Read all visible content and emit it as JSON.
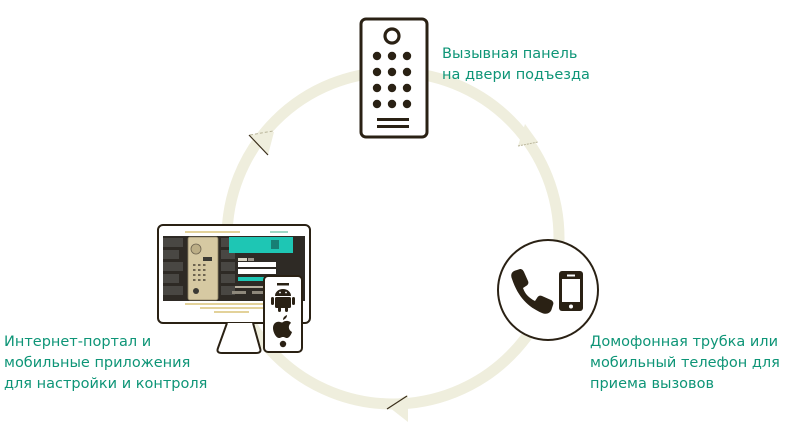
{
  "diagram": {
    "colors": {
      "cycle_ring": "#efeedd",
      "arrow_edge": "#3a2e1a",
      "icon_dark": "#2a2114",
      "label_text": "#0e9577",
      "screen_accent": "#1ec6b4"
    },
    "nodes": [
      {
        "id": "door-panel",
        "icon": "door-call-panel-icon",
        "label_lines": [
          "Вызывная панель",
          "на двери подъезда"
        ]
      },
      {
        "id": "handset",
        "icon": "phone-handset-and-smartphone-icon",
        "label_lines": [
          "Домофонная трубка или",
          "мобильный телефон для",
          "приема вызовов"
        ]
      },
      {
        "id": "portal",
        "icon": "monitor-and-mobile-app-icon",
        "label_lines": [
          "Интернет-портал и",
          "мобильные приложения",
          "для настройки и контроля"
        ]
      }
    ],
    "flow": "clockwise",
    "arrows": [
      "door-panel→handset",
      "handset→portal",
      "portal→door-panel"
    ]
  }
}
